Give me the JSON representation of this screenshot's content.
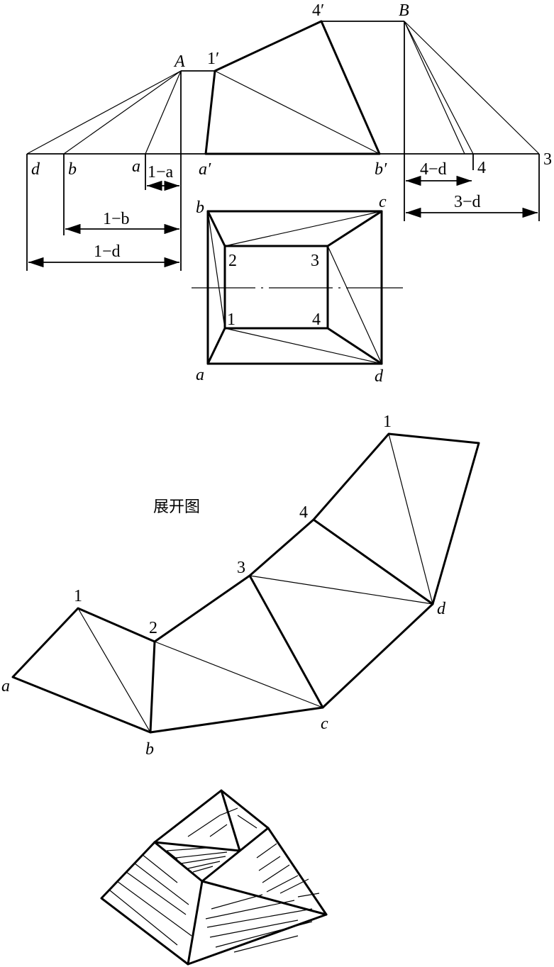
{
  "elevation_labels": {
    "A": "A",
    "B": "B",
    "p1": "1′",
    "p4": "4′",
    "d": "d",
    "b": "b",
    "a": "a",
    "a_prime": "a′",
    "b_prime": "b′",
    "four": "4",
    "three": "3"
  },
  "dimensions": {
    "one_a": "1−a",
    "one_b": "1−b",
    "one_d": "1−d",
    "four_d": "4−d",
    "three_d": "3−d"
  },
  "plan_labels": {
    "a": "a",
    "b": "b",
    "c": "c",
    "d": "d",
    "n1": "1",
    "n2": "2",
    "n3": "3",
    "n4": "4"
  },
  "development": {
    "title": "展开图",
    "a": "a",
    "b": "b",
    "c": "c",
    "d": "d",
    "n1": "1",
    "n2": "2",
    "n3": "3",
    "n4": "4",
    "n1_top": "1"
  }
}
